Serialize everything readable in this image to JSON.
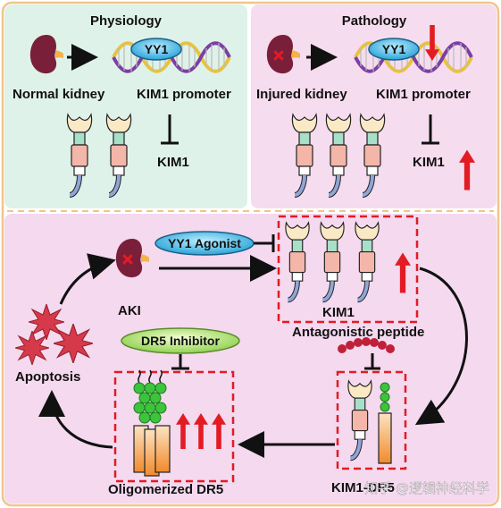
{
  "panels": {
    "physiology": {
      "title": "Physiology",
      "factor": "YY1",
      "kidney_label": "Normal kidney",
      "promoter_label": "KIM1 promoter",
      "protein_label": "KIM1"
    },
    "pathology": {
      "title": "Pathology",
      "factor": "YY1",
      "kidney_label": "Injured kidney",
      "promoter_label": "KIM1 promoter",
      "protein_label": "KIM1"
    },
    "therapy": {
      "aki_label": "AKI",
      "agonist_label": "YY1 Agonist",
      "kim1_label": "KIM1",
      "peptide_label": "Antagonistic peptide",
      "inhibitor_label": "DR5 Inhibitor",
      "apoptosis_label": "Apoptosis",
      "dr5_label": "Oligomerized DR5",
      "complex_label": "KIM1-DR5"
    }
  },
  "watermark": "知乎 @逻辑神经科学",
  "colors": {
    "physiology_bg": "#dff2e9",
    "pathology_bg": "#f6dcef",
    "therapy_bg": "#f4d9ef",
    "frame": "#f0c58a",
    "factor_fill": "#3fb8e6",
    "kidney": "#7a1f3a",
    "dna_a": "#e8c33b",
    "dna_b": "#7b3fa3",
    "red": "#e31b23",
    "green": "#3cc43c",
    "apoptosis": "#d63a4a"
  },
  "icons": [
    "kidney-icon",
    "dna-icon",
    "receptor-icon",
    "up-arrow-icon",
    "down-arrow-icon",
    "starburst-icon",
    "peptide-icon",
    "cylinder-icon"
  ]
}
